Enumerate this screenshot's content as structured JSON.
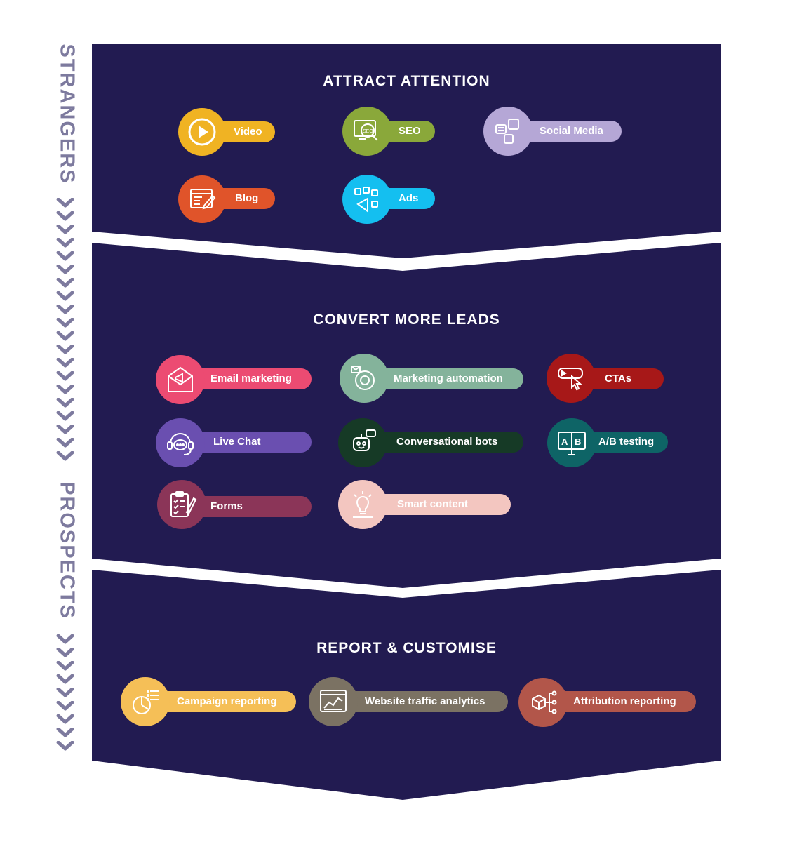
{
  "side_labels": {
    "top": "STRANGERS",
    "bottom": "PROSPECTS"
  },
  "sections": [
    {
      "title": "ATTRACT ATTENTION",
      "items": [
        {
          "label": "Video",
          "color": "#f0b323",
          "icon": "play-icon"
        },
        {
          "label": "SEO",
          "color": "#8aa83a",
          "icon": "seo-search-icon"
        },
        {
          "label": "Social Media",
          "color": "#b5a7d6",
          "icon": "social-media-icon"
        },
        {
          "label": "Blog",
          "color": "#e0542a",
          "icon": "blog-edit-icon"
        },
        {
          "label": "Ads",
          "color": "#14bff0",
          "icon": "ads-megaphone-icon"
        }
      ]
    },
    {
      "title": "CONVERT MORE LEADS",
      "items": [
        {
          "label": "Email marketing",
          "color": "#ec4b72",
          "icon": "email-megaphone-icon"
        },
        {
          "label": "Marketing automation",
          "color": "#84b39b",
          "icon": "automation-gear-icon"
        },
        {
          "label": "CTAs",
          "color": "#a71818",
          "icon": "cta-click-icon"
        },
        {
          "label": "Live Chat",
          "color": "#6a4fb0",
          "icon": "chat-headset-icon"
        },
        {
          "label": "Conversational bots",
          "color": "#163a26",
          "icon": "chatbot-icon"
        },
        {
          "label": "A/B testing",
          "color": "#0e6466",
          "icon": "ab-test-monitor-icon"
        },
        {
          "label": "Forms",
          "color": "#8b3558",
          "icon": "form-checklist-icon"
        },
        {
          "label": "Smart content",
          "color": "#f3c6c0",
          "icon": "lightbulb-icon"
        }
      ]
    },
    {
      "title": "REPORT & CUSTOMISE",
      "items": [
        {
          "label": "Campaign reporting",
          "color": "#f5bf57",
          "icon": "pie-report-icon"
        },
        {
          "label": "Website traffic analytics",
          "color": "#7b7263",
          "icon": "traffic-chart-icon"
        },
        {
          "label": "Attribution reporting",
          "color": "#b2564a",
          "icon": "attribution-network-icon"
        }
      ]
    }
  ]
}
